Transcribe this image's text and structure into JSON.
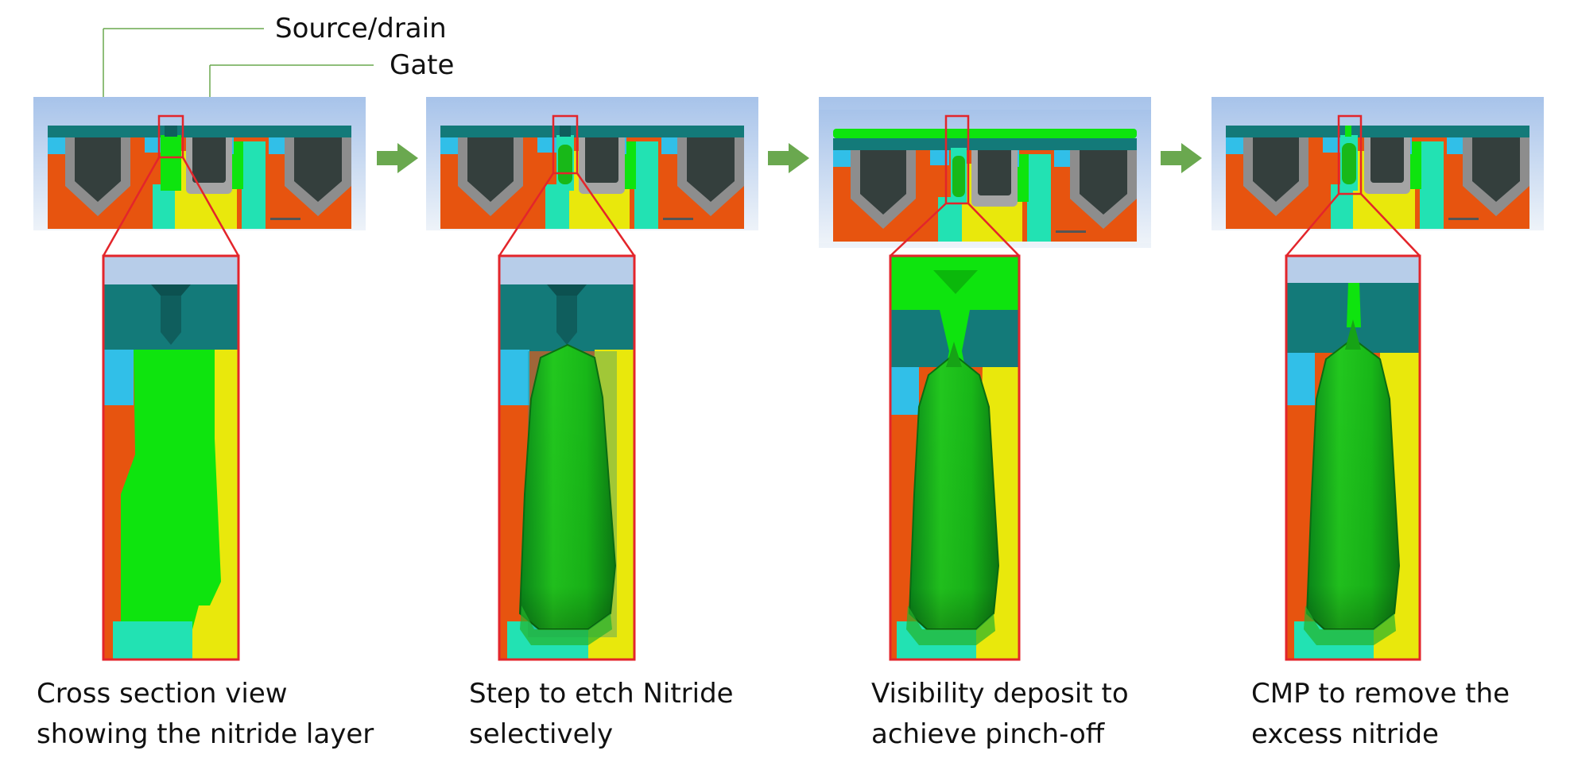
{
  "labels": {
    "source_drain": "Source/drain",
    "gate": "Gate"
  },
  "colors": {
    "sky": "#b9cfe8",
    "teal_cap": "#137a79",
    "orange_substrate": "#e7540f",
    "dark_fill": "#343f3d",
    "gray_liner": "#8d8d8d",
    "light_blue": "#31bfe8",
    "yellow": "#e9e80c",
    "aqua": "#22e2b3",
    "nitride_green": "#0ee40e",
    "arrow_green": "#6aa84f",
    "highlight_red": "#e3252b"
  },
  "panels": [
    {
      "step": 1,
      "caption": [
        "Cross section view",
        "showing the nitride layer"
      ]
    },
    {
      "step": 2,
      "caption": [
        "Step to etch Nitride",
        "selectively"
      ]
    },
    {
      "step": 3,
      "caption": [
        "Visibility deposit to",
        "achieve pinch-off"
      ]
    },
    {
      "step": 4,
      "caption": [
        "CMP to remove the",
        "excess nitride"
      ]
    }
  ]
}
